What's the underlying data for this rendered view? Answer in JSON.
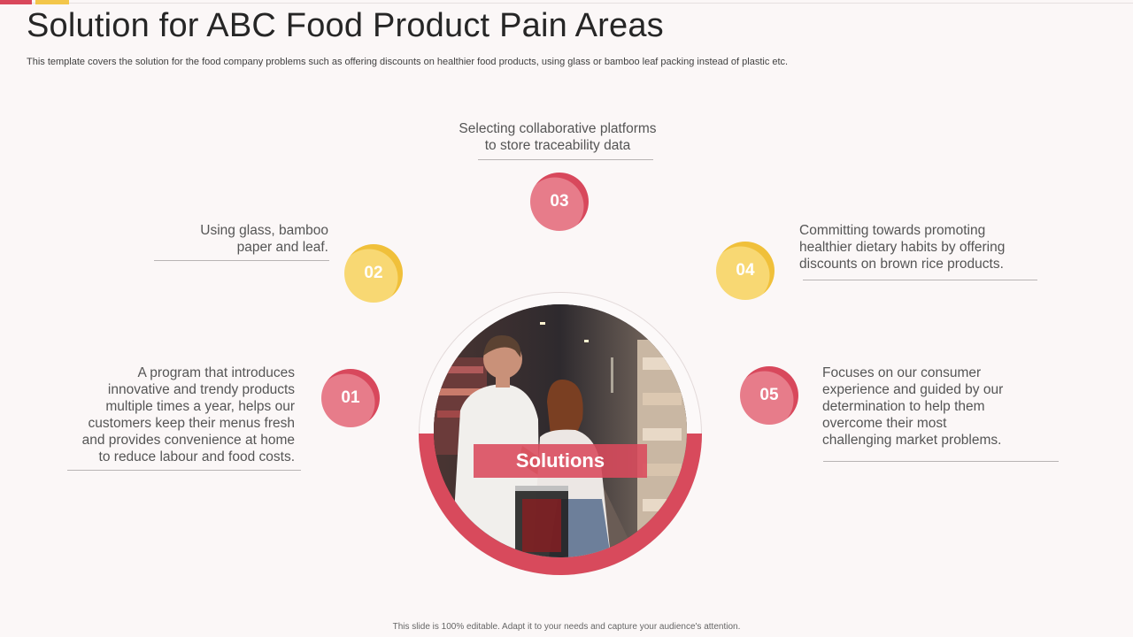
{
  "title": "Solution for ABC Food Product Pain Areas",
  "subtitle": "This template covers the solution for the food company problems such as offering discounts on healthier food products, using glass or bamboo leaf packing instead of plastic etc.",
  "center_label": "Solutions",
  "items": [
    {
      "number": "01",
      "color": "#d9475b",
      "lines": [
        "A program that introduces",
        "innovative and trendy products",
        "multiple times a year, helps our",
        "customers keep their menus fresh",
        "and provides convenience at home",
        "to reduce labour and food costs."
      ]
    },
    {
      "number": "02",
      "color": "#f3c64a",
      "lines": [
        "Using glass, bamboo",
        "paper and leaf."
      ]
    },
    {
      "number": "03",
      "color": "#d9475b",
      "lines": [
        "Selecting collaborative platforms",
        "to store traceability data"
      ]
    },
    {
      "number": "04",
      "color": "#f3c64a",
      "lines": [
        "Committing towards promoting",
        "healthier dietary habits by offering",
        "discounts on brown rice products."
      ]
    },
    {
      "number": "05",
      "color": "#d9475b",
      "lines": [
        "Focuses on our consumer",
        "experience and guided by our",
        "determination to help them",
        "overcome their most",
        "challenging market problems."
      ]
    }
  ],
  "footer": "This slide is 100% editable.  Adapt it to your needs and capture your audience's attention."
}
